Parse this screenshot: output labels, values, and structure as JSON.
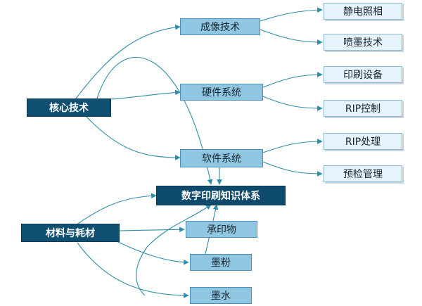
{
  "nodes": {
    "core_tech": "核心技术",
    "materials": "材料与耗材",
    "center": "数字印刷知识体系",
    "imaging": "成像技术",
    "hardware": "硬件系统",
    "software": "软件系统",
    "electrophotography": "静电照相",
    "inkjet": "喷墨技术",
    "printing_equipment": "印刷设备",
    "rip_control": "RIP控制",
    "rip_processing": "RIP处理",
    "preflight": "预检管理",
    "substrate": "承印物",
    "toner": "墨粉",
    "ink": "墨水"
  },
  "colors": {
    "edge": "#2e8ea8",
    "dark_node": "#0f4f72",
    "mid_node": "#8fc7e3",
    "leaf_node": "#e7f3fa"
  }
}
